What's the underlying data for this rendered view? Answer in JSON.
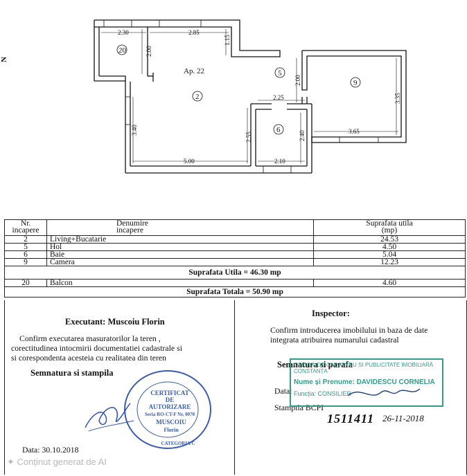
{
  "plan": {
    "apartment_label": "Ap. 22",
    "rooms": [
      "20",
      "2",
      "5",
      "9",
      "6"
    ],
    "dims": [
      "2.30",
      "2.85",
      "1.15",
      "2.00",
      "2.00",
      "3.35",
      "2.25",
      "3.40",
      "2.55",
      "2.40",
      "3.65",
      "5.00",
      "2.10"
    ],
    "north": "N"
  },
  "table": {
    "h_nr": "Nr.",
    "h_nr2": "incapere",
    "h_den": "Denumire",
    "h_den2": "incapere",
    "h_sup": "Suprafata utila",
    "h_sup2": "(mp)",
    "rows": [
      {
        "nr": "2",
        "name": "Living+Bucatarie",
        "area": "24.53"
      },
      {
        "nr": "5",
        "name": "Hol",
        "area": "4.50"
      },
      {
        "nr": "6",
        "name": "Baie",
        "area": "5.04"
      },
      {
        "nr": "9",
        "name": "Camera",
        "area": "12.23"
      }
    ],
    "total_utila": "Suprafata Utila = 46.30 mp",
    "balcon": {
      "nr": "20",
      "name": "Balcon",
      "area": "4.60"
    },
    "total": "Suprafata Totala = 50.90 mp"
  },
  "left": {
    "title": "Executant: Muscoiu Florin",
    "line1": "Confirm executarea masuratorilor la teren ,",
    "line2": "corectitudinea intocmirii documentatiei cadastrale si",
    "line3": "si corespondenta acesteia cu realitatea din teren",
    "sig": "Semnatura si stampila",
    "date": "Data: 30.10.2018",
    "stamp": {
      "l1": "CERTIFICAT",
      "l2": "DE",
      "l3": "AUTORIZARE",
      "l4": "Seria RO-CT-F Nr. 0070",
      "l5": "MUSCOIU",
      "l6": "Florin",
      "l7": "CATEGORIA C"
    }
  },
  "right": {
    "title": "Inspector:",
    "line1": "Confirm introducerea imobilului in baza de date",
    "line2": "integrata atribuirea numarului cadastral",
    "sig": "Semnatura si parafa",
    "date": "Data:",
    "stampila": "Stampila BCPI",
    "handnum": "1511411",
    "handdate": "26-11-2018",
    "stamp": {
      "l1": "OFICIUL DE CADASTRU SI PUBLICITATE IMOBILIARĂ CONSTANȚA",
      "l2": "Nume și Prenume: DAVIDESCU CORNELIA",
      "l3": "Funcția: CONSILIER"
    }
  },
  "watermark": "Conținut generat de AI",
  "colors": {
    "stamp_green": "#2f9e86",
    "stamp_blue": "#3a5ab8",
    "ink_blue": "#2b4fc8"
  }
}
